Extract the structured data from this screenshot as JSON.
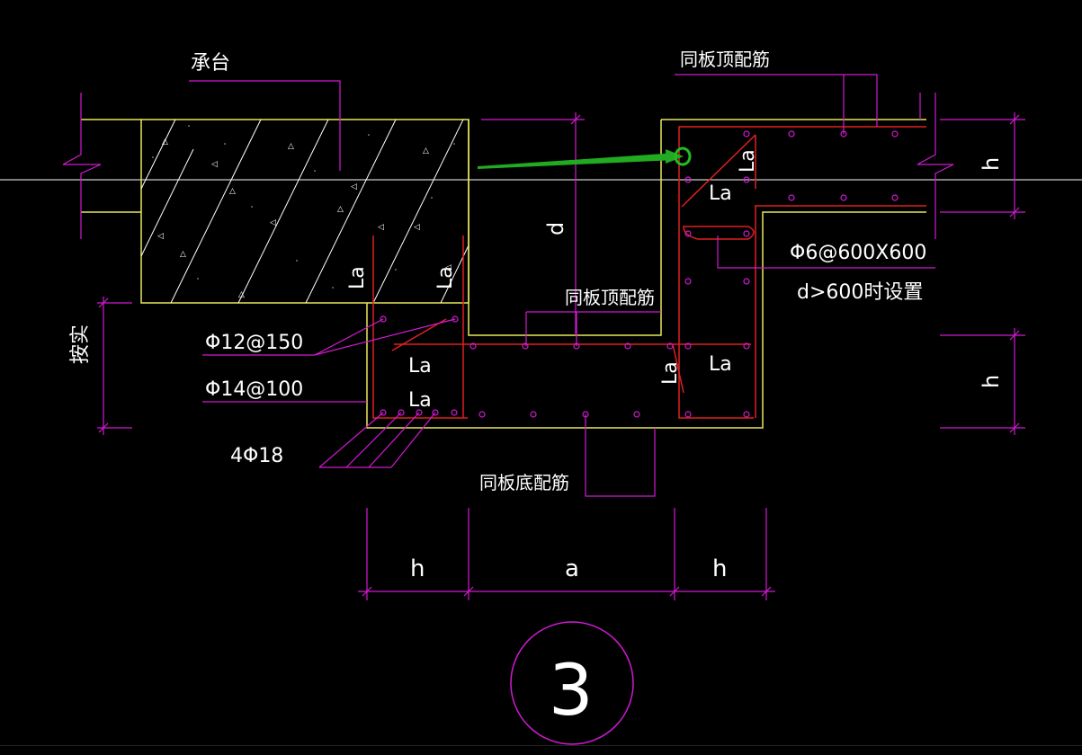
{
  "drawing": {
    "labels": {
      "cap": "承台",
      "top_rebar_upper": "同板顶配筋",
      "top_rebar_middle": "同板顶配筋",
      "bottom_rebar": "同板底配筋",
      "phi6_spec": "Φ6@600X600",
      "phi6_condition": "d>600时设置",
      "phi12_spec": "Φ12@150",
      "phi14_spec": "Φ14@100",
      "phi18_spec": "4Φ18",
      "vertical_side_note": "按实",
      "detail_number": "3"
    },
    "dimensions": {
      "h_right_upper": "h",
      "h_right_lower": "h",
      "d": "d",
      "h_bottom_left": "h",
      "a_bottom": "a",
      "h_bottom_right": "h"
    },
    "anchorage_labels": {
      "la_cap_1": "La",
      "la_cap_2": "La",
      "la_left_1": "La",
      "la_left_2": "La",
      "la_right_top_v": "La",
      "la_right_top_h": "La",
      "la_right_mid_v": "La",
      "la_right_mid_h": "La"
    }
  },
  "colors": {
    "background": "#000000",
    "outline": "#e8e85a",
    "rebar": "#e02020",
    "dimension": "#d11ad1",
    "text": "#ffffff",
    "arrow": "#22aa22"
  }
}
